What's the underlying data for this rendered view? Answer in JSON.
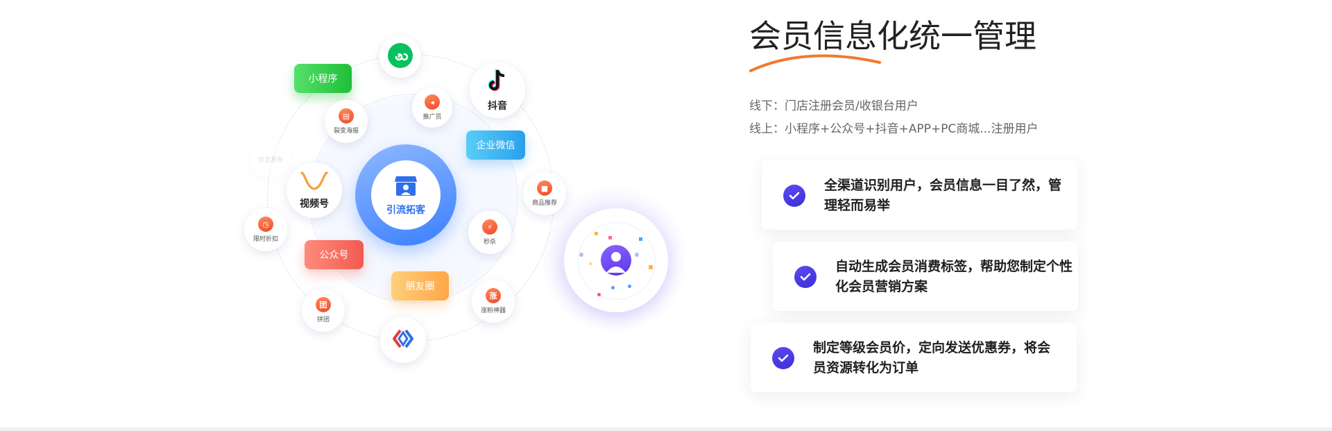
{
  "diagram": {
    "hub_label": "引流拓客",
    "pills": {
      "mini_program": "小程序",
      "wecom": "企业微信",
      "official_account": "公众号",
      "moments": "朋友圈"
    },
    "nodes": {
      "poster": "裂变海报",
      "promoter": "推广员",
      "douyin": "抖音",
      "channels": "视频号",
      "product_recommend": "商品推荐",
      "flash_sale": "秒杀",
      "limited_discount": "限时折扣",
      "group_buy": "拼团",
      "fan_booster": "涨粉神器",
      "faded": "信息发布"
    },
    "icon_chars": {
      "zhang": "涨",
      "tuan": "团"
    }
  },
  "content": {
    "title": "会员信息化统一管理",
    "offline_line": "线下：门店注册会员/收银台用户",
    "online_line": "线上：小程序+公众号+抖音+APP+PC商城...注册用户",
    "cards": [
      {
        "text": "全渠道识别用户，会员信息一目了然，管理轻而易举"
      },
      {
        "text": "自动生成会员消费标签，帮助您制定个性化会员营销方案"
      },
      {
        "text": "制定等级会员价，定向发送优惠券，将会员资源转化为订单"
      }
    ]
  },
  "colors": {
    "accent_purple": "#4a3ae6",
    "swoosh_orange": "#f07a2e",
    "hub_blue": "#3a7fff"
  }
}
